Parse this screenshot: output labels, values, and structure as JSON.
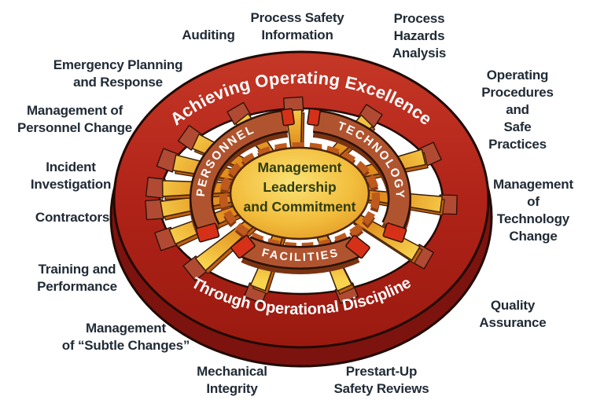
{
  "wheel": {
    "hub": {
      "line1": "Management",
      "line2": "Leadership",
      "line3": "and Commitment"
    },
    "inner_segments": {
      "personnel": "PERSONNEL",
      "technology": "TECHNOLOGY",
      "facilities": "FACILITIES"
    },
    "rim": {
      "top_text": "Achieving Operating Excellence",
      "bottom_text": "Through Operational Discipline"
    },
    "elements": [
      {
        "text": "Auditing"
      },
      {
        "text": "Process Safety\nInformation"
      },
      {
        "text": "Process\nHazards\nAnalysis"
      },
      {
        "text": "Operating\nProcedures and\nSafe Practices"
      },
      {
        "text": "Management\nof Technology\nChange"
      },
      {
        "text": "Quality Assurance"
      },
      {
        "text": "Prestart-Up\nSafety Reviews"
      },
      {
        "text": "Mechanical\nIntegrity"
      },
      {
        "text": "Management\nof “Subtle Changes”"
      },
      {
        "text": "Training and\nPerformance"
      },
      {
        "text": "Contractors"
      },
      {
        "text": "Incident\nInvestigation"
      },
      {
        "text": "Management of\nPersonnel Change"
      },
      {
        "text": "Emergency Planning\nand Response"
      }
    ]
  },
  "colors": {
    "outer_ring_red": "#b02318",
    "rim_depth_maroon": "#7d130e",
    "segment_terracotta": "#b0542f",
    "segment_shadow": "#7a3312",
    "spoke_gold": "#f8d34e",
    "spoke_orange": "#d97414",
    "hub_gold": "#f2bd3c",
    "end_block_red": "#d63118",
    "rim_text_white": "#ffffff",
    "hub_text_green": "#2e3b10",
    "label_text": "#212b36",
    "background": "#ffffff"
  }
}
